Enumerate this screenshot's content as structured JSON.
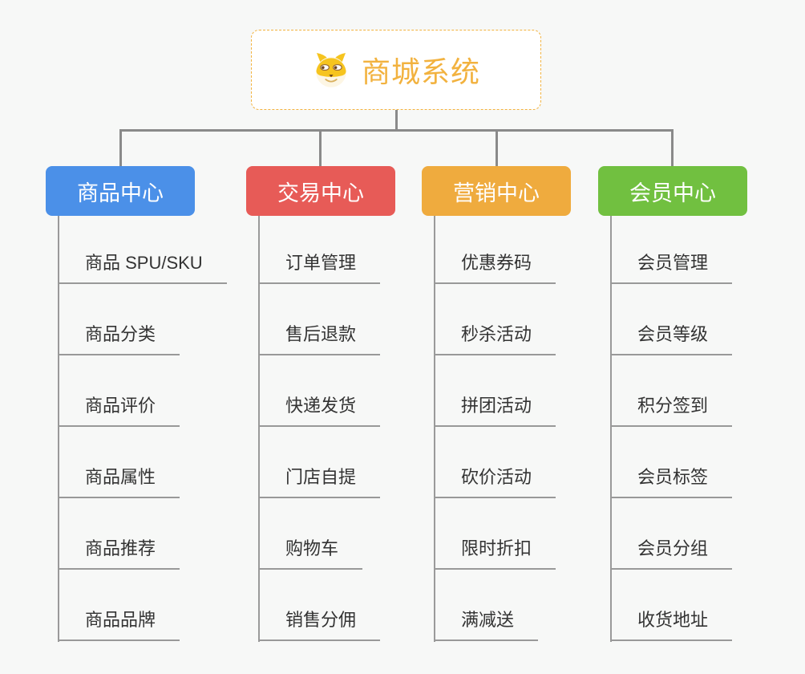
{
  "root": {
    "title": "商城系统",
    "icon": "dog-face-icon",
    "accent_color": "#f2b23f"
  },
  "colors": {
    "background": "#f7f8f7",
    "connector": "#8a8a8a",
    "leaf_line": "#999999",
    "leaf_text": "#333333"
  },
  "branches": [
    {
      "label": "商品中心",
      "color": "#4b90e8",
      "items": [
        "商品 SPU/SKU",
        "商品分类",
        "商品评价",
        "商品属性",
        "商品推荐",
        "商品品牌"
      ]
    },
    {
      "label": "交易中心",
      "color": "#e75b57",
      "items": [
        "订单管理",
        "售后退款",
        "快递发货",
        "门店自提",
        "购物车",
        "销售分佣"
      ]
    },
    {
      "label": "营销中心",
      "color": "#efab3e",
      "items": [
        "优惠券码",
        "秒杀活动",
        "拼团活动",
        "砍价活动",
        "限时折扣",
        "满减送"
      ]
    },
    {
      "label": "会员中心",
      "color": "#71c040",
      "items": [
        "会员管理",
        "会员等级",
        "积分签到",
        "会员标签",
        "会员分组",
        "收货地址"
      ]
    }
  ]
}
